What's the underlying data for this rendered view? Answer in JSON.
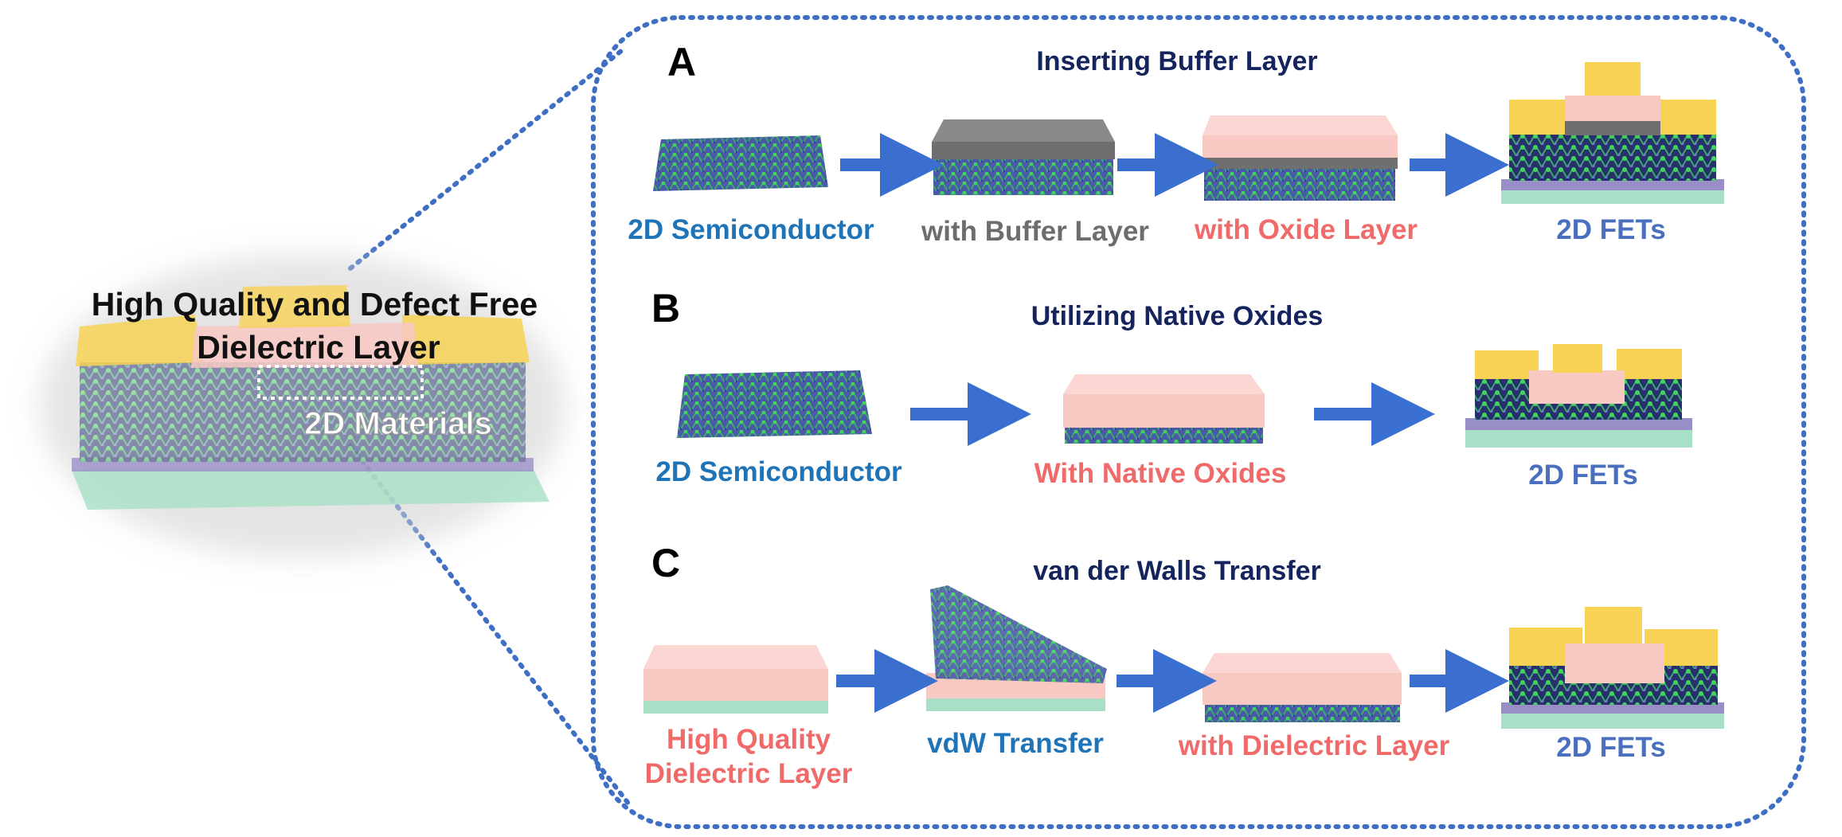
{
  "colors": {
    "dotted_frame": "#3f6fc4",
    "arrow": "#3a6fd0",
    "semiconductor_label": "#1f73b7",
    "buffer_label": "#6d6d6d",
    "oxide_label": "#f06a6a",
    "fet_label": "#4a6fbf",
    "title": "#16245e",
    "dielectric_pink": "#f8c8c3",
    "gate_yellow": "#f7d255",
    "buffer_gray": "#6f6f6f",
    "substrate_green": "#a7e0c6",
    "substrate_purple": "#9a8ec8"
  },
  "overview": {
    "title_line1": "High Quality and Defect Free",
    "title_line2": "Dielectric Layer",
    "materials_label": "2D Materials"
  },
  "panels": [
    {
      "letter": "A",
      "title": "Inserting Buffer Layer",
      "steps": [
        {
          "label": "2D Semiconductor",
          "icon": "semiconductor-lattice-icon"
        },
        {
          "label": "with Buffer Layer",
          "icon": "buffer-stack-icon"
        },
        {
          "label": "with Oxide Layer",
          "icon": "oxide-buffer-stack-icon"
        },
        {
          "label": "2D FETs",
          "icon": "fet-device-icon"
        }
      ]
    },
    {
      "letter": "B",
      "title": "Utilizing Native Oxides",
      "steps": [
        {
          "label": "2D Semiconductor",
          "icon": "semiconductor-lattice-icon"
        },
        {
          "label": "With Native Oxides",
          "icon": "native-oxide-stack-icon"
        },
        {
          "label": "2D FETs",
          "icon": "fet-device-icon"
        }
      ]
    },
    {
      "letter": "C",
      "title": "van der Walls Transfer",
      "steps": [
        {
          "label_line1": "High Quality",
          "label_line2": "Dielectric Layer",
          "icon": "dielectric-substrate-icon"
        },
        {
          "label": "vdW Transfer",
          "icon": "vdw-transfer-icon"
        },
        {
          "label": "with Dielectric Layer",
          "icon": "dielectric-on-lattice-icon"
        },
        {
          "label": "2D FETs",
          "icon": "fet-device-icon"
        }
      ]
    }
  ]
}
